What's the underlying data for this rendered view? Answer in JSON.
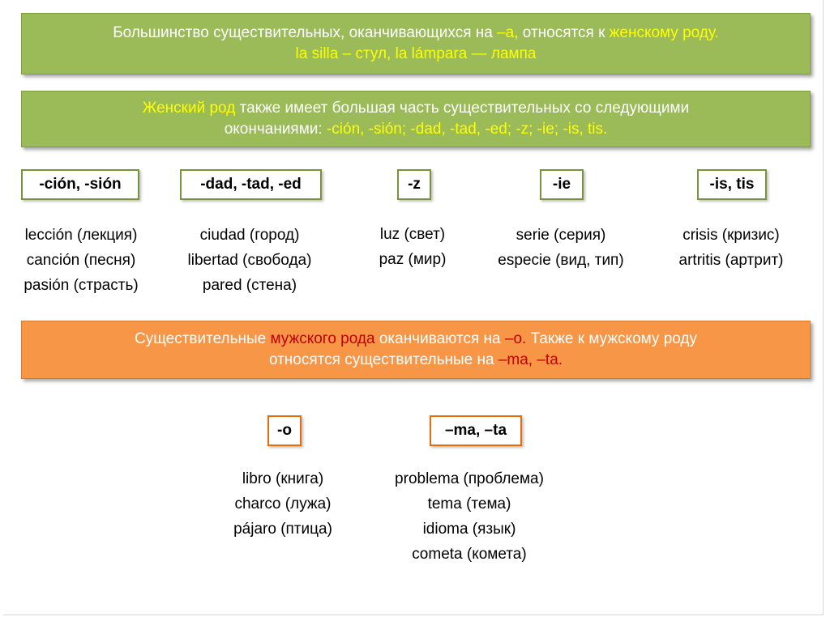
{
  "banner1": {
    "line1": {
      "a": "Большинство существительных, оканчивающихся на ",
      "b": "–а,",
      "c": " относятся к ",
      "d": "женскому роду."
    },
    "line2": "la silla – стул, la lámpara — лампа"
  },
  "banner2": {
    "line1": {
      "a": "Женский род",
      "b": " также имеет большая часть существительных со следующими"
    },
    "line2": {
      "a": "окончаниями: ",
      "b": "-ción, -sión; -dad, -tad, -ed; -z; -ie; -is, tis."
    }
  },
  "feminine_groups": [
    {
      "ending": "-ción, -sión",
      "words": [
        "lección (лекция)",
        "canción (песня)",
        "pasión (страсть)"
      ]
    },
    {
      "ending": "-dad, -tad, -ed",
      "words": [
        "ciudad (город)",
        "libertad (свобода)",
        "pared (стена)"
      ]
    },
    {
      "ending": "-z",
      "words": [
        "luz (свет)",
        "paz (мир)"
      ]
    },
    {
      "ending": "-ie",
      "words": [
        "serie (серия)",
        "especie (вид, тип)"
      ]
    },
    {
      "ending": "-is, tis",
      "words": [
        "crisis (кризис)",
        "artritis (артрит)"
      ]
    }
  ],
  "banner3": {
    "line1": {
      "a": "Существительные ",
      "b": "мужского рода",
      "c": " оканчиваются на ",
      "d": "–о.",
      "e": " Также к мужскому роду"
    },
    "line2": {
      "a": "относятся существительные на ",
      "b": "–ma, –ta."
    }
  },
  "masculine_groups": [
    {
      "ending": "-o",
      "words": [
        "libro (книга)",
        "charco (лужа)",
        "pájaro (птица)"
      ]
    },
    {
      "ending": "–ma, –ta",
      "words": [
        "problema (проблема)",
        "tema (тема)",
        "idioma (язык)",
        "cometa (комета)"
      ]
    }
  ],
  "colors": {
    "green": "#9bbb59",
    "orange": "#f79646",
    "highlight_yellow": "#ffff00",
    "highlight_red": "#c00000"
  }
}
